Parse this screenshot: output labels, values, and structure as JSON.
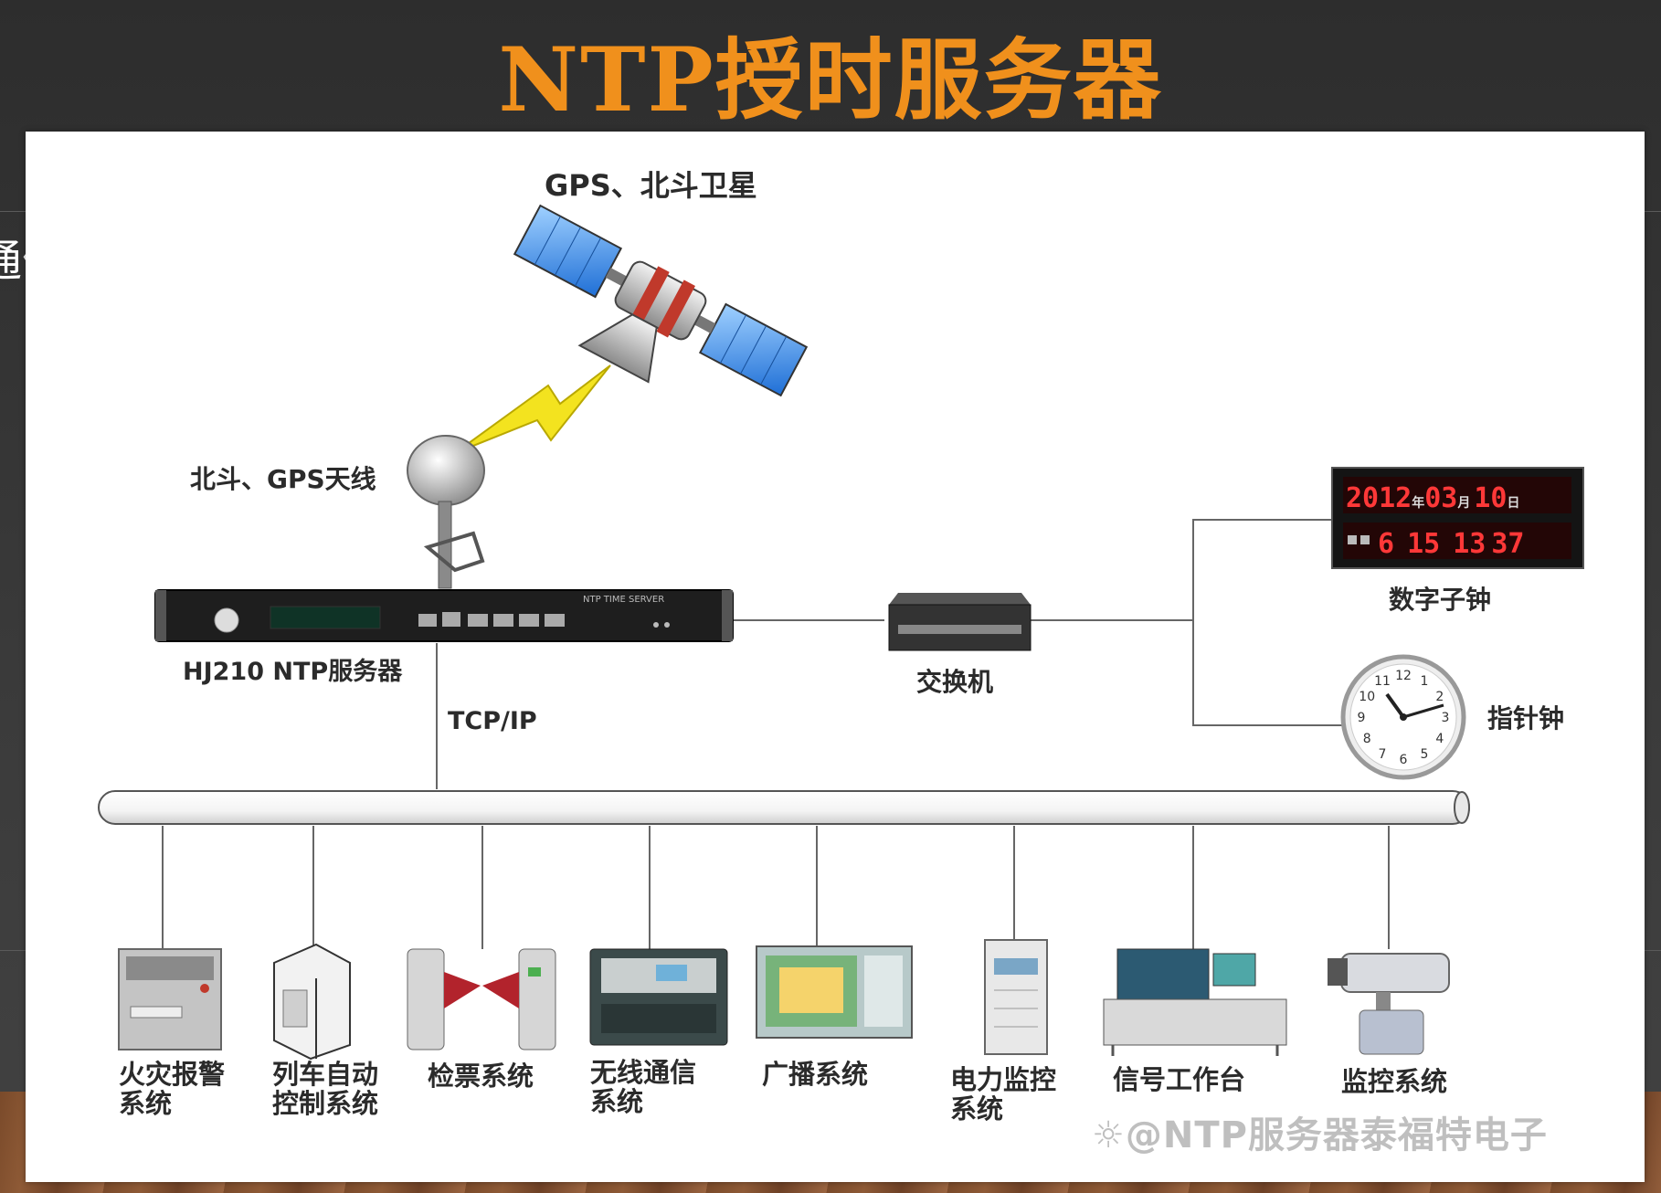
{
  "title": "NTP授时服务器",
  "edge_text": "通信",
  "diagram": {
    "satellite_label": "GPS、北斗卫星",
    "antenna_label": "北斗、GPS天线",
    "server_label": "HJ210 NTP服务器",
    "server_panel_text": "NTP TIME SERVER",
    "protocol_label": "TCP/IP",
    "switch_label": "交换机",
    "digital_clock": {
      "label": "数字子钟",
      "date_line": [
        "2012",
        "年",
        "03",
        "月",
        "10",
        "日"
      ],
      "time_line": [
        "6",
        "15",
        "13",
        "37"
      ]
    },
    "analog_clock": {
      "label": "指针钟",
      "numbers": [
        "12",
        "1",
        "2",
        "3",
        "4",
        "5",
        "6",
        "7",
        "8",
        "9",
        "10",
        "11"
      ]
    },
    "systems": [
      {
        "line1": "火灾报警",
        "line2": "系统"
      },
      {
        "line1": "列车自动",
        "line2": "控制系统"
      },
      {
        "line1": "检票系统",
        "line2": ""
      },
      {
        "line1": "无线通信",
        "line2": "系统"
      },
      {
        "line1": "广播系统",
        "line2": ""
      },
      {
        "line1": "电力监控",
        "line2": "系统"
      },
      {
        "line1": "信号工作台",
        "line2": ""
      },
      {
        "line1": "监控系统",
        "line2": ""
      }
    ]
  },
  "watermark": "☼@NTP服务器泰福特电子",
  "colors": {
    "title": "#f0901c",
    "background": "#3a3a3a",
    "panel": "#ffffff",
    "lightning": "#f3e31f",
    "clock_digits": "#ff3838"
  }
}
